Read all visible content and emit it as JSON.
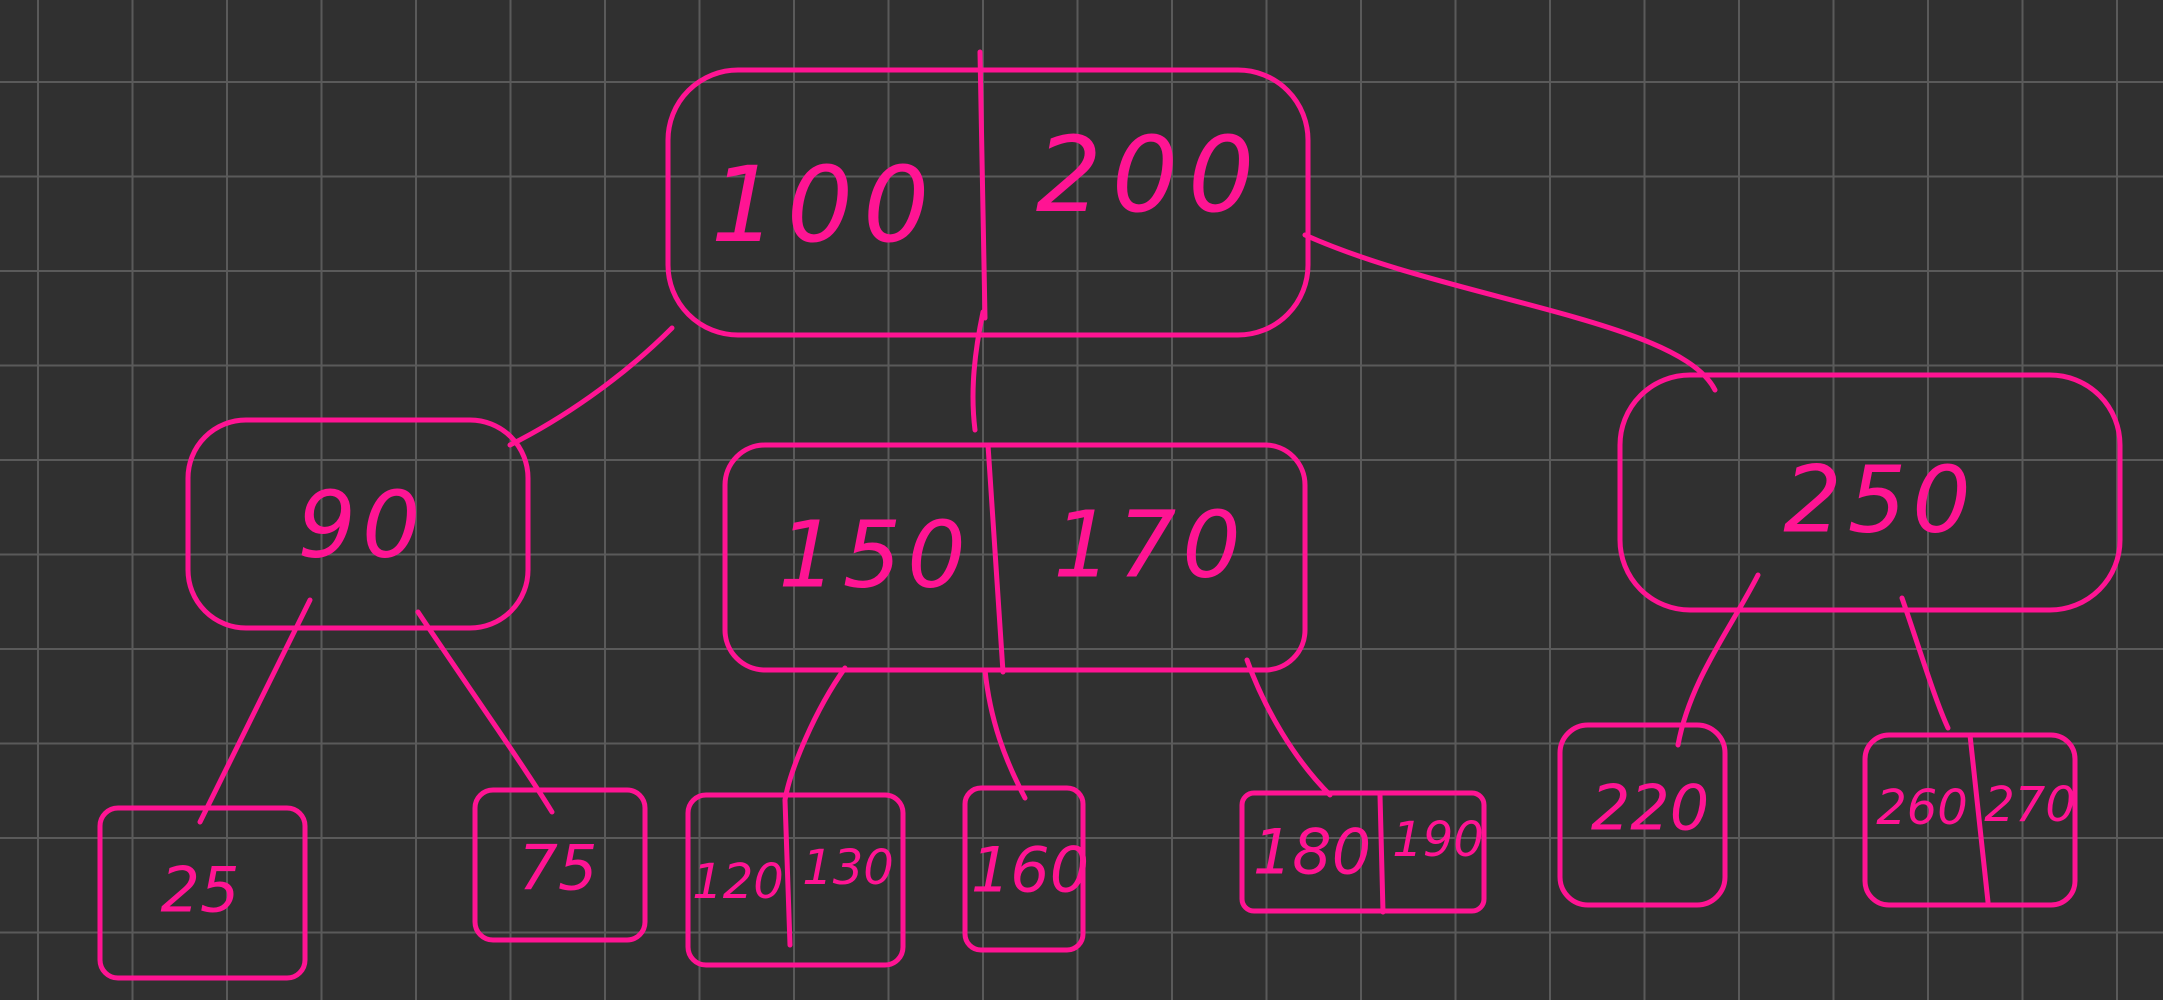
{
  "diagram": {
    "type": "b-tree",
    "colors": {
      "background": "#303030",
      "grid": "#5a5a5a",
      "ink": "#ff1493"
    },
    "nodes": {
      "root": {
        "keys": [
          "100",
          "200"
        ]
      },
      "n90": {
        "keys": [
          "90"
        ]
      },
      "n150": {
        "keys": [
          "150",
          "170"
        ]
      },
      "n250": {
        "keys": [
          "250"
        ]
      },
      "l25": {
        "keys": [
          "25"
        ]
      },
      "l75": {
        "keys": [
          "75"
        ]
      },
      "l120": {
        "keys": [
          "120",
          "130"
        ]
      },
      "l160": {
        "keys": [
          "160"
        ]
      },
      "l180": {
        "keys": [
          "180",
          "190"
        ]
      },
      "l220": {
        "keys": [
          "220"
        ]
      },
      "l260": {
        "keys": [
          "260",
          "270"
        ]
      }
    },
    "edges": [
      [
        "root",
        "n90"
      ],
      [
        "root",
        "n150"
      ],
      [
        "root",
        "n250"
      ],
      [
        "n90",
        "l25"
      ],
      [
        "n90",
        "l75"
      ],
      [
        "n150",
        "l120"
      ],
      [
        "n150",
        "l160"
      ],
      [
        "n150",
        "l180"
      ],
      [
        "n250",
        "l220"
      ],
      [
        "n250",
        "l260"
      ]
    ]
  }
}
